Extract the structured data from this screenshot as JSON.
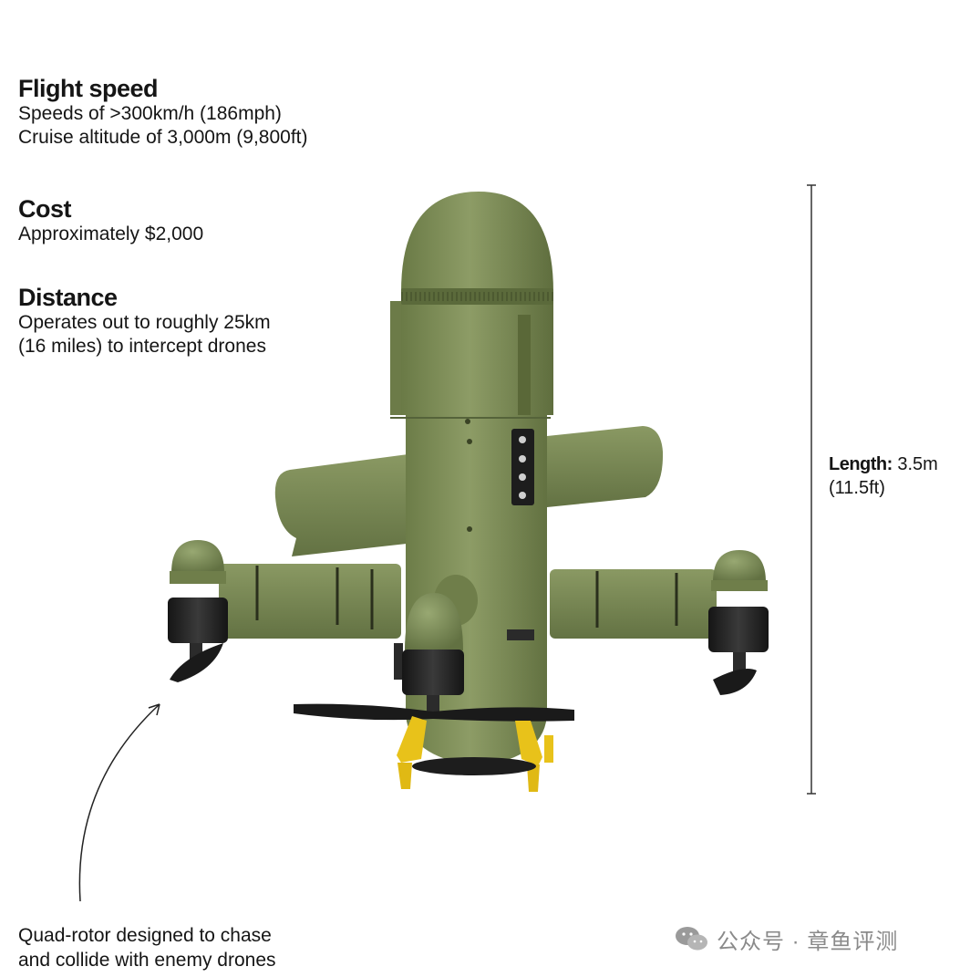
{
  "specs": {
    "flight_speed": {
      "heading": "Flight speed",
      "line1": "Speeds of >300km/h (186mph)",
      "line2": "Cruise altitude of 3,000m (9,800ft)"
    },
    "cost": {
      "heading": "Cost",
      "line1": "Approximately $2,000"
    },
    "distance": {
      "heading": "Distance",
      "line1": "Operates out to roughly 25km",
      "line2": "(16 miles) to intercept drones"
    }
  },
  "length": {
    "label": "Length:",
    "value": " 3.5m",
    "value_imperial": "(11.5ft)"
  },
  "caption": {
    "line1": "Quad-rotor designed to chase",
    "line2": "and collide with enemy drones"
  },
  "watermark": {
    "text": "公众号 · 章鱼评测",
    "icon": "wechat-icon"
  },
  "colors": {
    "body_green": "#7a8a55",
    "motor_black": "#1e1e1e",
    "landing_yellow": "#e8c21a"
  }
}
